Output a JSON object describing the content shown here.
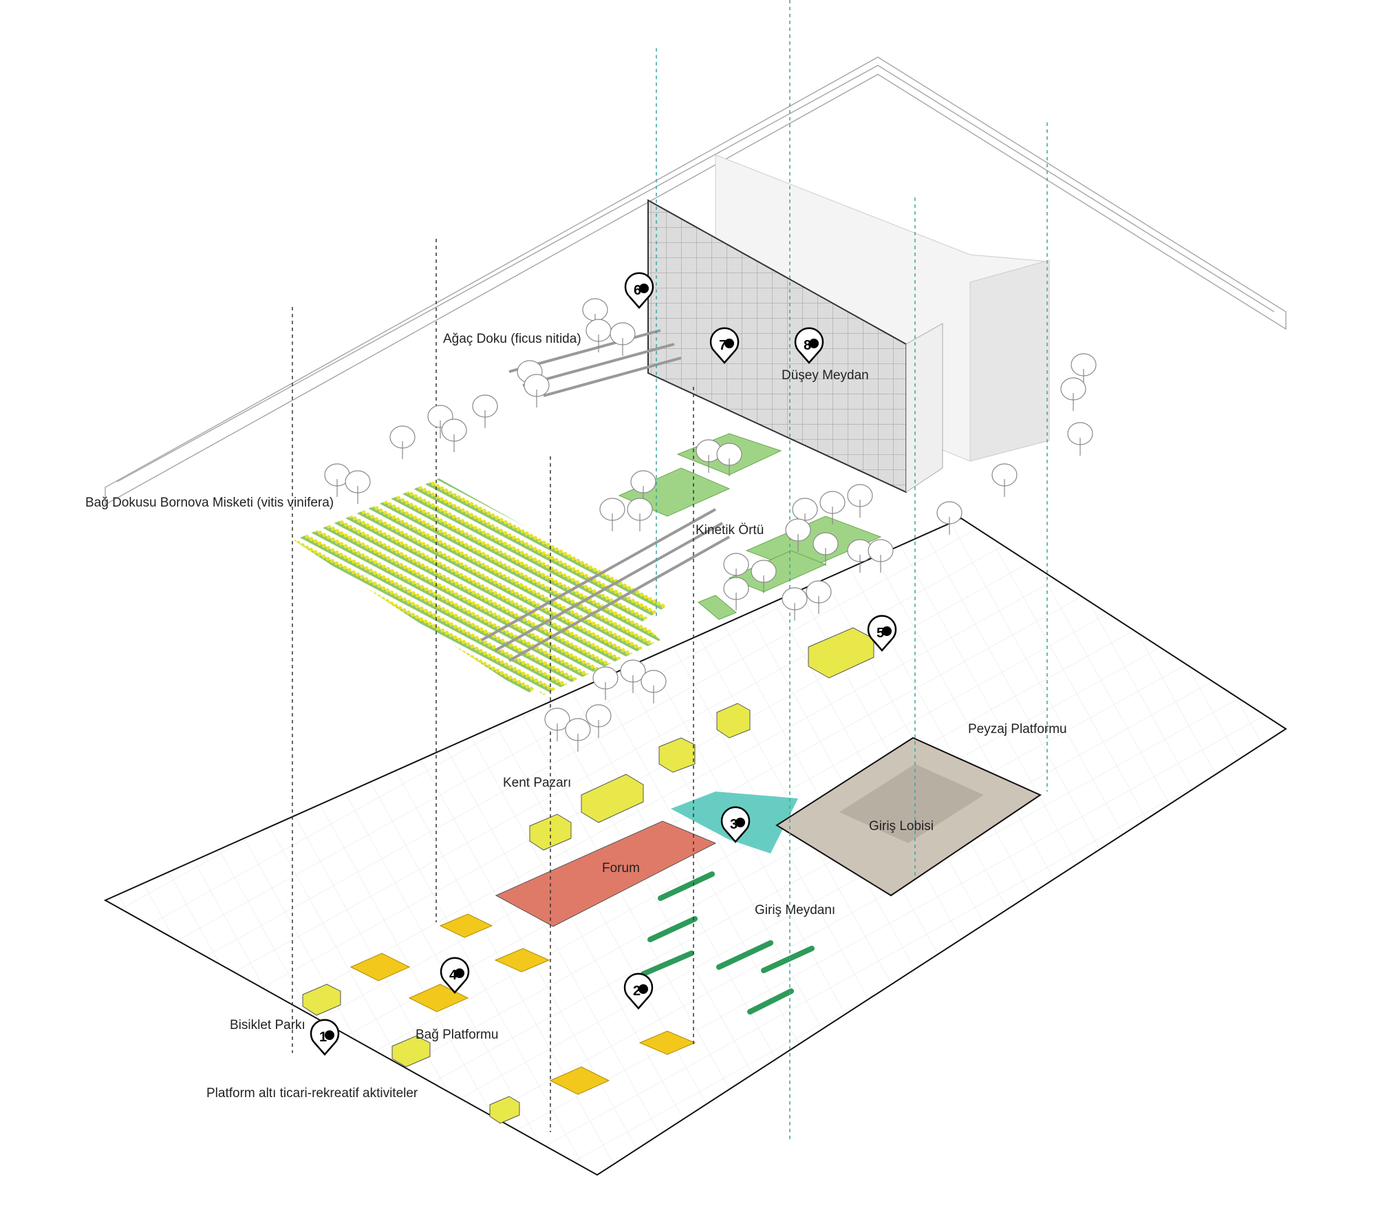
{
  "labels": {
    "agac_doku": "Ağaç Doku (ficus nitida)",
    "dusey_meydan": "Düşey Meydan",
    "bag_dokusu": "Bağ Dokusu Bornova Misketi (vitis vinifera)",
    "kinetik_ortu": "Kinetik Örtü",
    "peyzaj_platformu": "Peyzaj Platformu",
    "kent_pazari": "Kent Pazarı",
    "giris_lobisi": "Giriş Lobisi",
    "forum": "Forum",
    "giris_meydani": "Giriş Meydanı",
    "bisiklet_parki": "Bisiklet Parkı",
    "bag_platformu": "Bağ Platformu",
    "platform_alti": "Platform altı ticari-rekreatif aktiviteler"
  },
  "markers": [
    "1",
    "2",
    "3",
    "4",
    "5",
    "6",
    "7",
    "8"
  ],
  "colors": {
    "forum": "#e07a68",
    "lobby": "#cdc4b8",
    "vine_green": "#8cc66a",
    "vine_yellow": "#e6e22a",
    "platform_yellow": "#f2c81c",
    "water": "#4cc4b8",
    "people": "#2bb39a",
    "facade": "#d8d8d8"
  }
}
